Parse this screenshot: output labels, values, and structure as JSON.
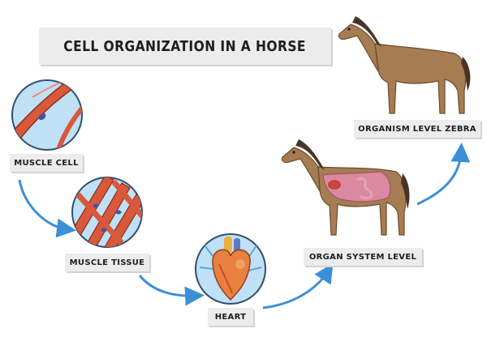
{
  "title": "CELL ORGANIZATION IN A HORSE",
  "stages": {
    "muscle_cell": "MUSCLE CELL",
    "muscle_tissue": "MUSCLE TISSUE",
    "heart": "HEART",
    "organ_system": "ORGAN SYSTEM LEVEL",
    "organism": "ORGANISM LEVEL ZEBRA"
  },
  "colors": {
    "arrow": "#3a8fd6",
    "circle_bg": "#bfe0f5",
    "circle_border": "#2f4f6e",
    "muscle": "#d9583b",
    "nucleus": "#3b57a8",
    "horse_body": "#a67c52",
    "horse_mane": "#4a3324",
    "organ": "#d98aa0"
  }
}
